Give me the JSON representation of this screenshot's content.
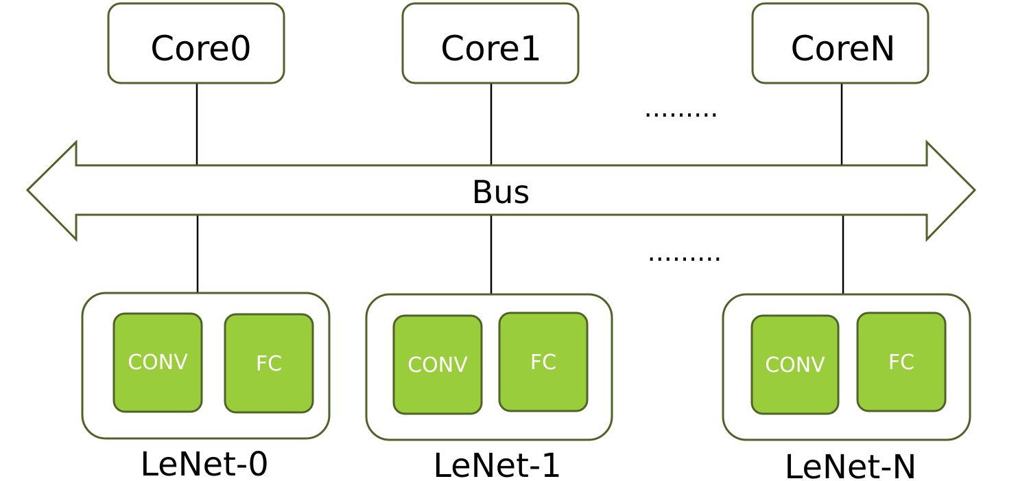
{
  "cores": [
    {
      "label": "Core0"
    },
    {
      "label": "Core1"
    },
    {
      "label": "CoreN"
    }
  ],
  "bus": {
    "label": "Bus"
  },
  "ellipsis": {
    "top": ".........",
    "bottom": "........."
  },
  "lenets": [
    {
      "label": "LeNet-0",
      "conv_label": "CONV",
      "fc_label": "FC"
    },
    {
      "label": "LeNet-1",
      "conv_label": "CONV",
      "fc_label": "FC"
    },
    {
      "label": "LeNet-N",
      "conv_label": "CONV",
      "fc_label": "FC"
    }
  ],
  "colors": {
    "outline": "#4f6228",
    "module_fill": "#9acd3c",
    "module_text": "#ffffff",
    "text": "#000000"
  }
}
